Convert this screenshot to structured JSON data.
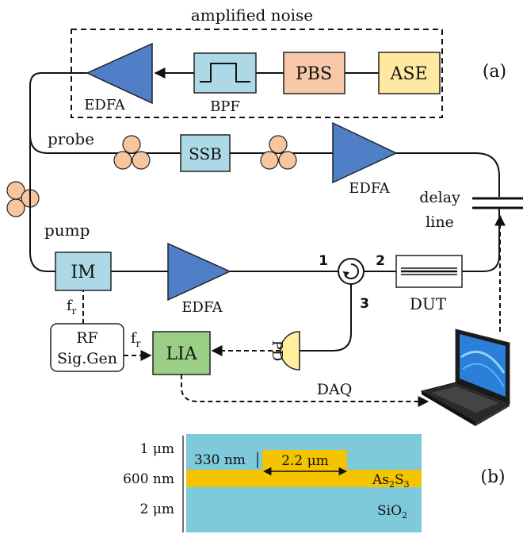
{
  "setup": {
    "noise_group_label": "amplified noise",
    "panel_a_label": "(a)",
    "panel_b_label": "(b)",
    "boxes": {
      "ase": "ASE",
      "pbs": "PBS",
      "ssb": "SSB",
      "im": "IM",
      "lia": "LIA",
      "rf_line1": "RF",
      "rf_line2": "Sig.Gen",
      "pd": "PD"
    },
    "labels": {
      "edfa_noise": "EDFA",
      "bpf": "BPF",
      "probe": "probe",
      "edfa_probe": "EDFA",
      "delay_line1": "delay",
      "delay_line2": "line",
      "pump": "pump",
      "edfa_pump": "EDFA",
      "dut": "DUT",
      "port1": "1",
      "port2": "2",
      "port3": "3",
      "fr_im": "f",
      "fr_im_sub": "r",
      "fr_lia": "f",
      "fr_lia_sub": "r",
      "daq": "DAQ"
    },
    "colors": {
      "amplifier": "#4f7fc6",
      "box_blue": "#add8e6",
      "pbs": "#f8c8a8",
      "ase": "#ffe8a0",
      "lia": "#9ccf86",
      "pd": "#fff0a0",
      "coil": "#f7c69d",
      "chip_cladding": "#7ec9da",
      "chip_core": "#f5c400"
    }
  },
  "crosssection": {
    "thick_top": "1 μm",
    "thick_mid": "600 nm",
    "thick_bot": "2 μm",
    "rib_height": "330 nm",
    "rib_width": "2.2 μm",
    "core_material": "As",
    "core_sub1": "2",
    "core_mid": "S",
    "core_sub2": "3",
    "substrate_material": "SiO",
    "substrate_sub": "2"
  }
}
